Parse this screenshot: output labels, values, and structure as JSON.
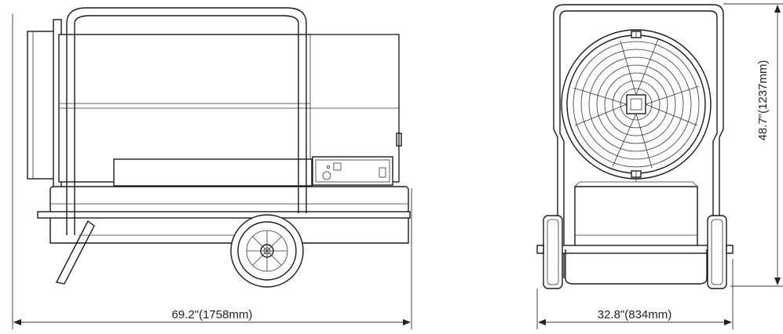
{
  "dimensions": {
    "side_length": "69.2\"(1758mm)",
    "front_width": "32.8\"(834mm)",
    "height": "48.7\"(1237mm)"
  }
}
